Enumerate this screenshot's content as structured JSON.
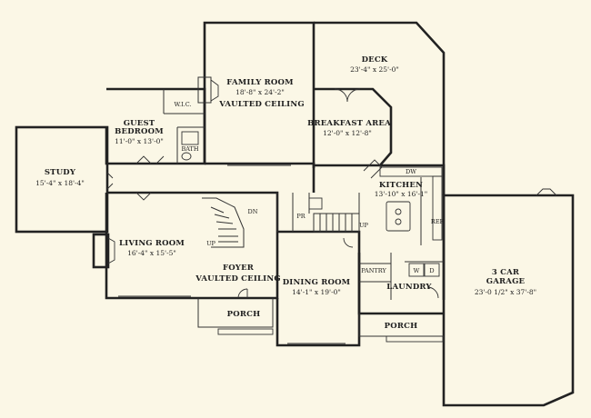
{
  "rooms": {
    "deck": {
      "name": "DECK",
      "dims": "23'-4\" x 25'-0\""
    },
    "family_room": {
      "name": "FAMILY ROOM",
      "dims": "18'-8\" x 24'-2\"",
      "note": "VAULTED CEILING"
    },
    "breakfast_area": {
      "name": "BREAKFAST AREA",
      "dims": "12'-0\" x 12'-8\""
    },
    "guest_bedroom": {
      "name_line1": "GUEST",
      "name_line2": "BEDROOM",
      "dims": "11'-0\" x 13'-0\""
    },
    "wic": {
      "name": "W.I.C."
    },
    "bath": {
      "name": "BATH"
    },
    "study": {
      "name": "STUDY",
      "dims": "15'-4\" x 18'-4\""
    },
    "kitchen": {
      "name": "KITCHEN",
      "dims": "13'-10\" x 16'-1\""
    },
    "living_room": {
      "name": "LIVING ROOM",
      "dims": "16'-4\" x 15'-5\""
    },
    "foyer": {
      "name": "FOYER",
      "note": "VAULTED CEILING"
    },
    "dining_room": {
      "name": "DINING ROOM",
      "dims": "14'-1\" x 19'-0\""
    },
    "garage": {
      "name_line1": "3 CAR",
      "name_line2": "GARAGE",
      "dims": "23'-0 1/2\" x 37'-8\""
    },
    "pantry": {
      "name": "PANTRY"
    },
    "laundry": {
      "name": "LAUNDRY"
    },
    "porch_left": {
      "name": "PORCH"
    },
    "porch_right": {
      "name": "PORCH"
    },
    "powder_room": {
      "name": "PR"
    }
  },
  "fixtures": {
    "dishwasher": "DW",
    "refrigerator": "REF",
    "washer": "W",
    "dryer": "D",
    "stair_up": "UP",
    "stair_dn": "DN",
    "stair_up_small": "UP"
  }
}
